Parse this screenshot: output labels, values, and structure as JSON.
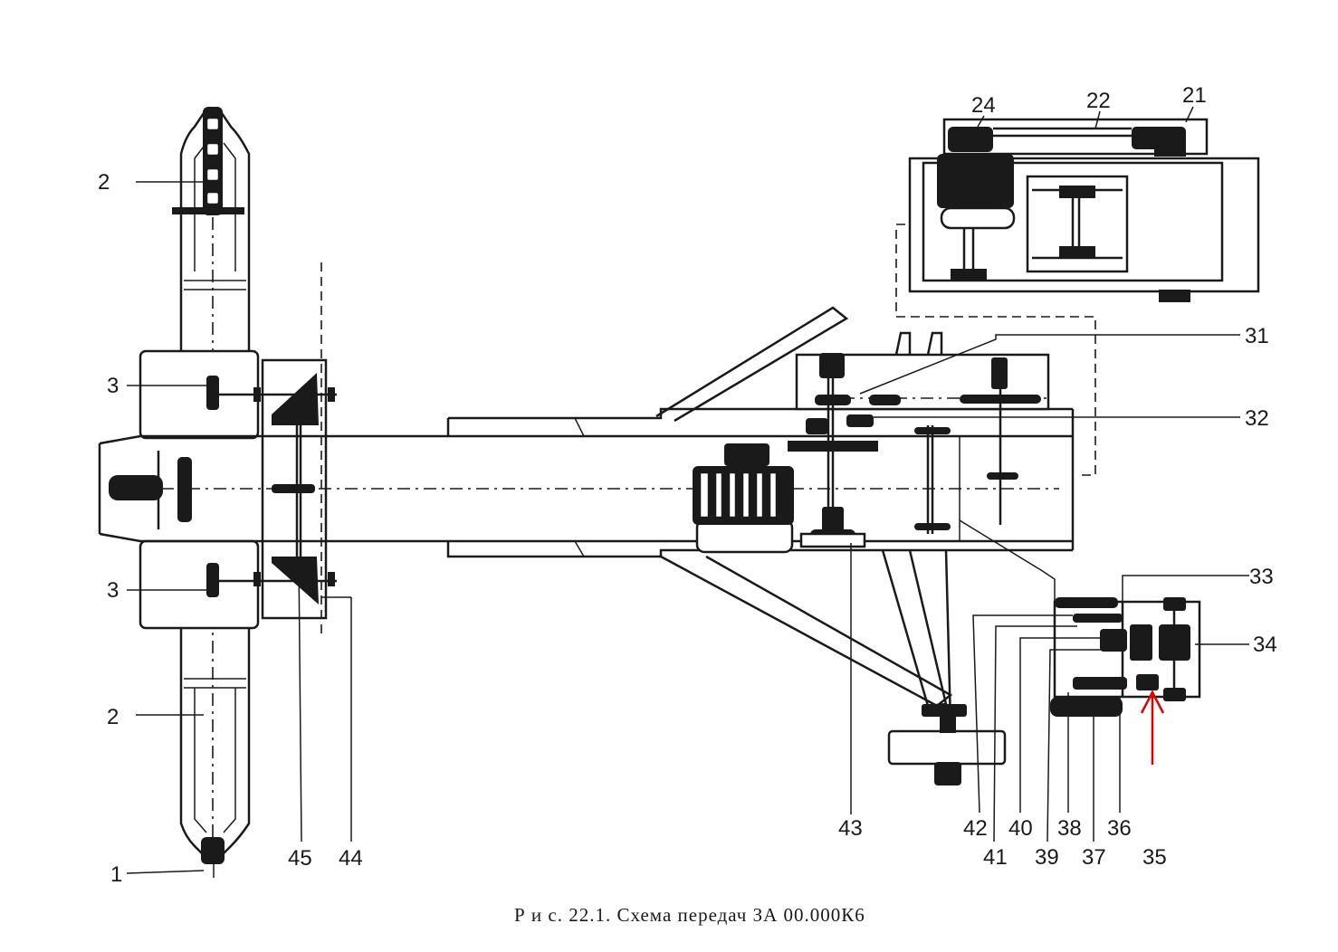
{
  "caption": "Р и с. 22.1. Схема передач ЗА 00.000К6",
  "labels": {
    "l1": "1",
    "l2a": "2",
    "l2b": "2",
    "l3a": "3",
    "l3b": "3",
    "l21": "21",
    "l22": "22",
    "l24": "24",
    "l31": "31",
    "l32": "32",
    "l33": "33",
    "l34": "34",
    "l35": "35",
    "l36": "36",
    "l37": "37",
    "l38": "38",
    "l39": "39",
    "l40": "40",
    "l41": "41",
    "l42": "42",
    "l43": "43",
    "l44": "44",
    "l45": "45"
  },
  "colors": {
    "ink": "#1a1a1a",
    "arrow": "#e00000",
    "paper": "#ffffff"
  }
}
